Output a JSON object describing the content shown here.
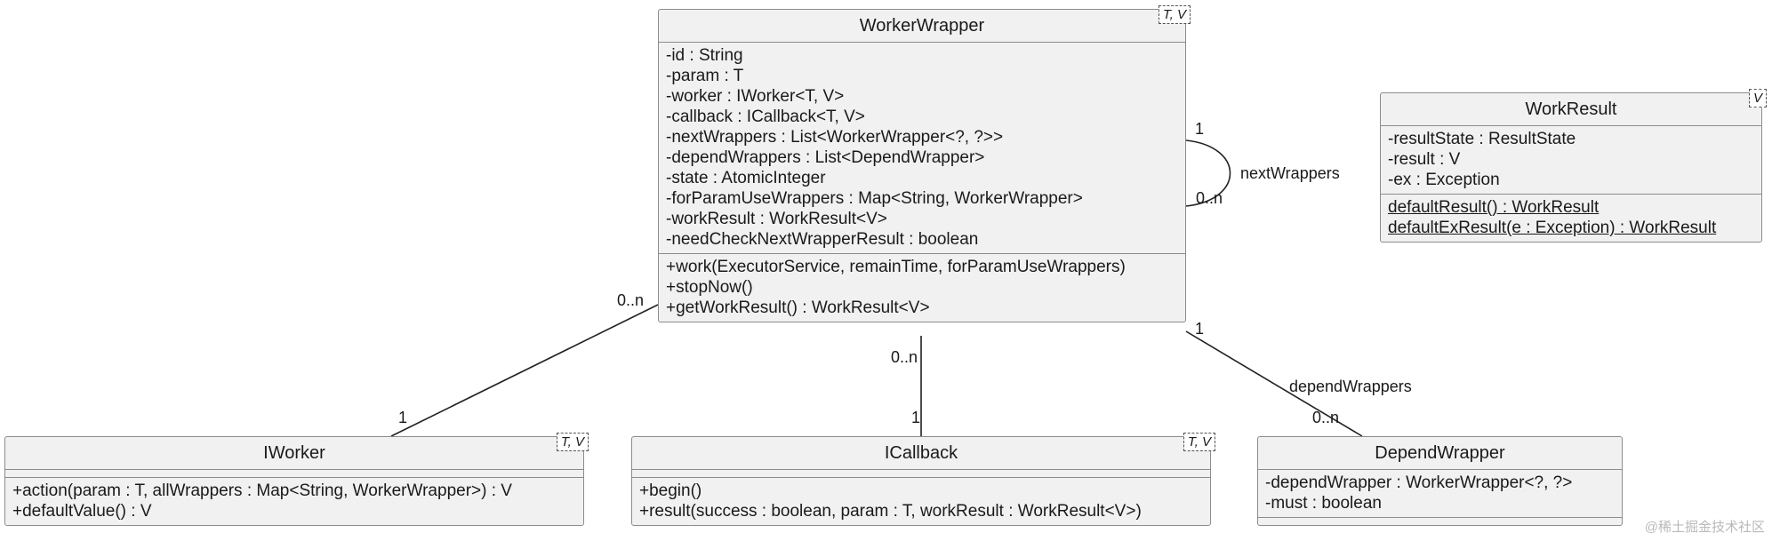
{
  "classes": {
    "worker_wrapper": {
      "name": "WorkerWrapper",
      "type_params": "T, V",
      "attributes": [
        "-id : String",
        "-param : T",
        "-worker : IWorker<T, V>",
        "-callback : ICallback<T, V>",
        "-nextWrappers : List<WorkerWrapper<?, ?>>",
        "-dependWrappers : List<DependWrapper>",
        "-state : AtomicInteger",
        "-forParamUseWrappers : Map<String, WorkerWrapper>",
        "-workResult : WorkResult<V>",
        "-needCheckNextWrapperResult : boolean"
      ],
      "methods": [
        "+work(ExecutorService, remainTime, forParamUseWrappers)",
        "+stopNow()",
        "+getWorkResult() : WorkResult<V>"
      ]
    },
    "work_result": {
      "name": "WorkResult",
      "type_params": "V",
      "attributes": [
        "-resultState : ResultState",
        "-result : V",
        "-ex : Exception"
      ],
      "methods": [
        "defaultResult() : WorkResult",
        "defaultExResult(e : Exception) : WorkResult"
      ]
    },
    "iworker": {
      "name": "IWorker",
      "type_params": "T, V",
      "methods": [
        "+action(param : T, allWrappers : Map<String, WorkerWrapper>) : V",
        "+defaultValue() : V"
      ]
    },
    "icallback": {
      "name": "ICallback",
      "type_params": "T, V",
      "methods": [
        "+begin()",
        "+result(success : boolean, param : T, workResult : WorkResult<V>)"
      ]
    },
    "depend_wrapper": {
      "name": "DependWrapper",
      "attributes": [
        "-dependWrapper : WorkerWrapper<?, ?>",
        "-must : boolean"
      ]
    }
  },
  "relations": {
    "next_wrappers": {
      "label": "nextWrappers",
      "source_mult": "1",
      "target_mult": "0..n"
    },
    "worker": {
      "source_mult": "0..n",
      "target_mult": "1"
    },
    "callback": {
      "source_mult": "0..n",
      "target_mult": "1"
    },
    "depend_wrappers": {
      "label": "dependWrappers",
      "source_mult": "1",
      "target_mult": "0..n"
    }
  },
  "watermark": "@稀土掘金技术社区"
}
